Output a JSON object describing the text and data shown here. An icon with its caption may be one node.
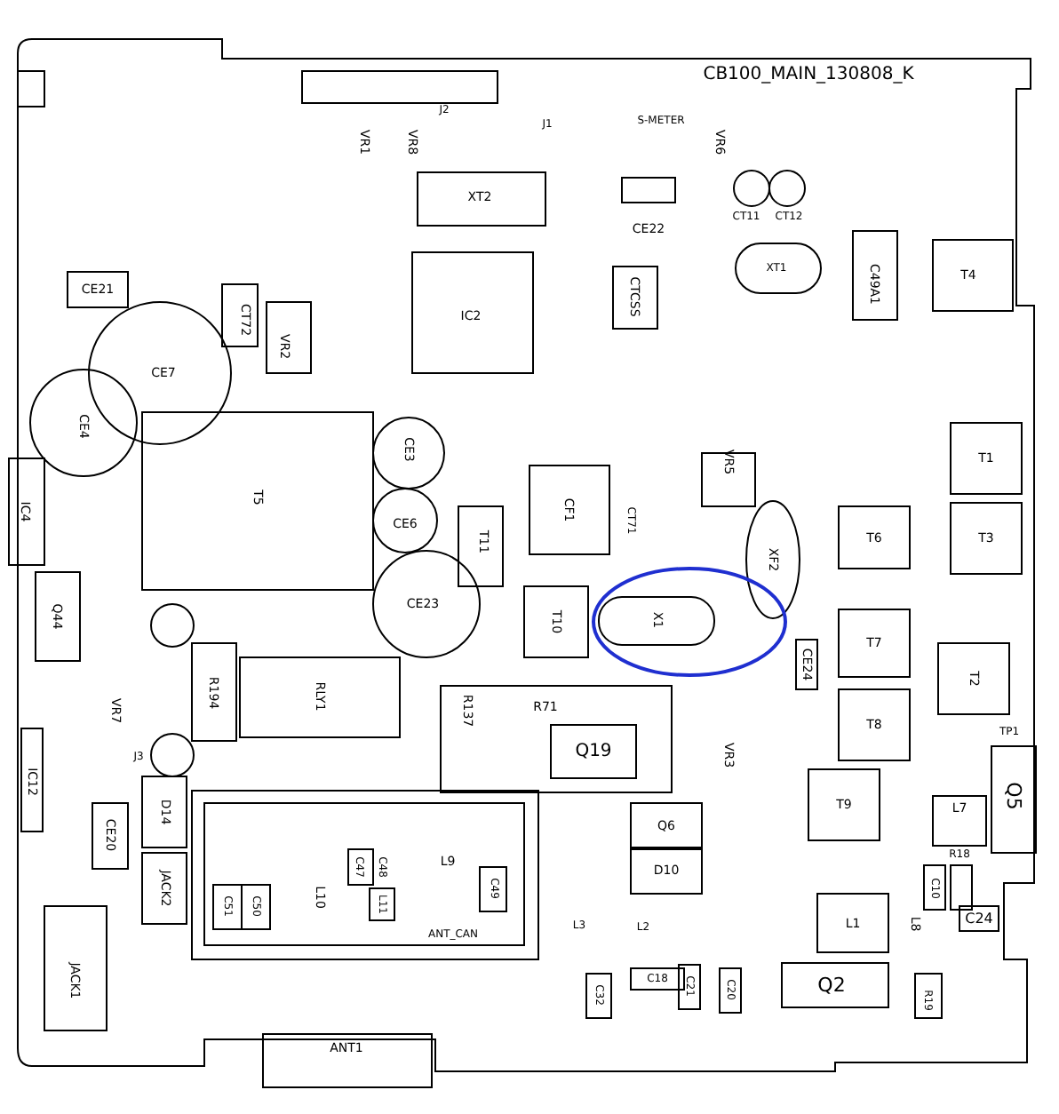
{
  "diagram": {
    "labels": [
      "CB100_MAIN_130808_K",
      "J2",
      "J1",
      "S-METER",
      "VR1",
      "VR8",
      "VR6",
      "XT2",
      "CT11",
      "CT12",
      "CE22",
      "CE21",
      "IC2",
      "CTCSS",
      "XT1",
      "C49A1",
      "T4",
      "CT72",
      "VR2",
      "CE7",
      "CE4",
      "CE3",
      "T5",
      "CE6",
      "CE23",
      "IC4",
      "T11",
      "CF1",
      "CT71",
      "XF2",
      "VR5",
      "T1",
      "T6",
      "T3",
      "Q44",
      "VR7",
      "R194",
      "RLY1",
      "T10",
      "X1",
      "R137",
      "R71",
      "Q19",
      "T7",
      "T2",
      "CE24",
      "VR3",
      "T8",
      "TP1",
      "Q5",
      "T9",
      "L7",
      "R18",
      "IC12",
      "J3",
      "D14",
      "CE20",
      "JACK2",
      "C51",
      "C50",
      "L10",
      "C47",
      "C48",
      "L11",
      "L9",
      "C49",
      "ANT_CAN",
      "Q6",
      "D10",
      "L3",
      "L2",
      "L1",
      "L8",
      "C10",
      "C24",
      "JACK1",
      "C32",
      "C18",
      "C21",
      "C20",
      "Q2",
      "R19",
      "ANT1"
    ]
  }
}
